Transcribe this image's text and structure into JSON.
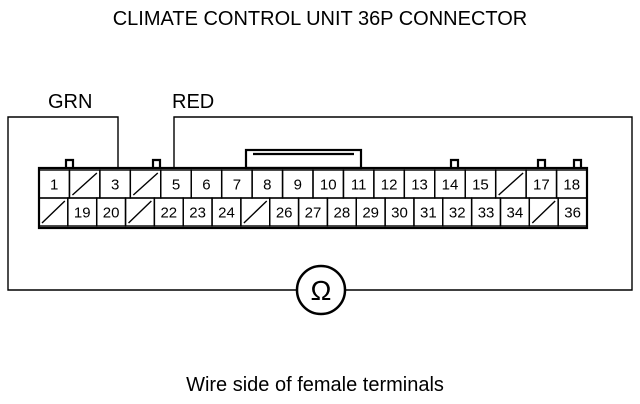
{
  "title": "CLIMATE CONTROL UNIT 36P CONNECTOR",
  "caption": "Wire side of female terminals",
  "probe_left_label": "GRN",
  "probe_right_label": "RED",
  "meter_symbol": "Ω",
  "connector": {
    "pin_count": 36,
    "row1": [
      "1",
      "",
      "3",
      "",
      "5",
      "6",
      "7",
      "8",
      "9",
      "10",
      "11",
      "12",
      "13",
      "14",
      "15",
      "",
      "17",
      "18"
    ],
    "row2": [
      "",
      "19",
      "20",
      "",
      "22",
      "23",
      "24",
      "",
      "26",
      "27",
      "28",
      "29",
      "30",
      "31",
      "32",
      "33",
      "34",
      "",
      "36"
    ]
  }
}
